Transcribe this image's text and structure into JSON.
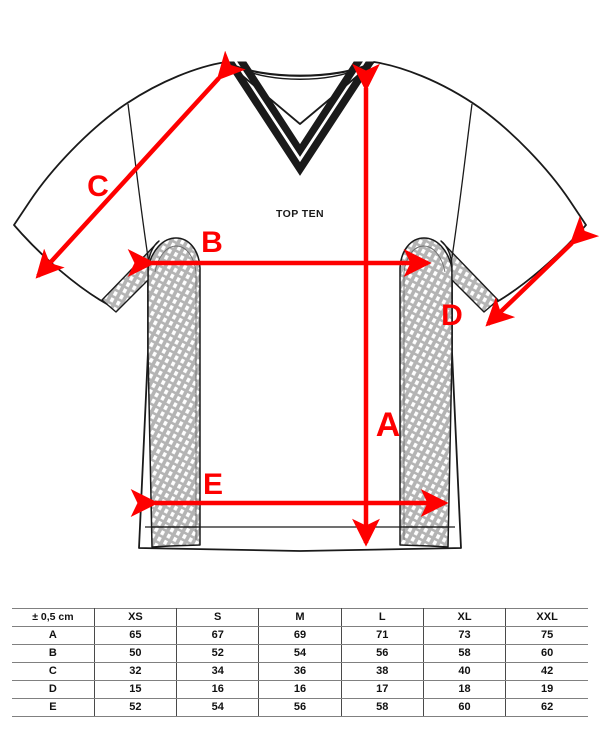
{
  "product": {
    "brand_logo": "TOP TEN",
    "garment_type": "v-neck-t-shirt"
  },
  "measurement_labels": {
    "a": "A",
    "b": "B",
    "c": "C",
    "d": "D",
    "e": "E"
  },
  "colors": {
    "arrow_red": "#fe0000",
    "outline_black": "#1a1a1a",
    "mesh_gray": "#a8a8a8",
    "table_rule_gray": "#808080",
    "table_divider_gray": "#4a4a4a",
    "background": "#ffffff"
  },
  "size_table": {
    "corner_label": "± 0,5 cm",
    "columns": [
      "XS",
      "S",
      "M",
      "L",
      "XL",
      "XXL"
    ],
    "rows": [
      {
        "label": "A",
        "values": [
          "65",
          "67",
          "69",
          "71",
          "73",
          "75"
        ]
      },
      {
        "label": "B",
        "values": [
          "50",
          "52",
          "54",
          "56",
          "58",
          "60"
        ]
      },
      {
        "label": "C",
        "values": [
          "32",
          "34",
          "36",
          "38",
          "40",
          "42"
        ]
      },
      {
        "label": "D",
        "values": [
          "15",
          "16",
          "16",
          "17",
          "18",
          "19"
        ]
      },
      {
        "label": "E",
        "values": [
          "52",
          "54",
          "56",
          "58",
          "60",
          "62"
        ]
      }
    ]
  }
}
